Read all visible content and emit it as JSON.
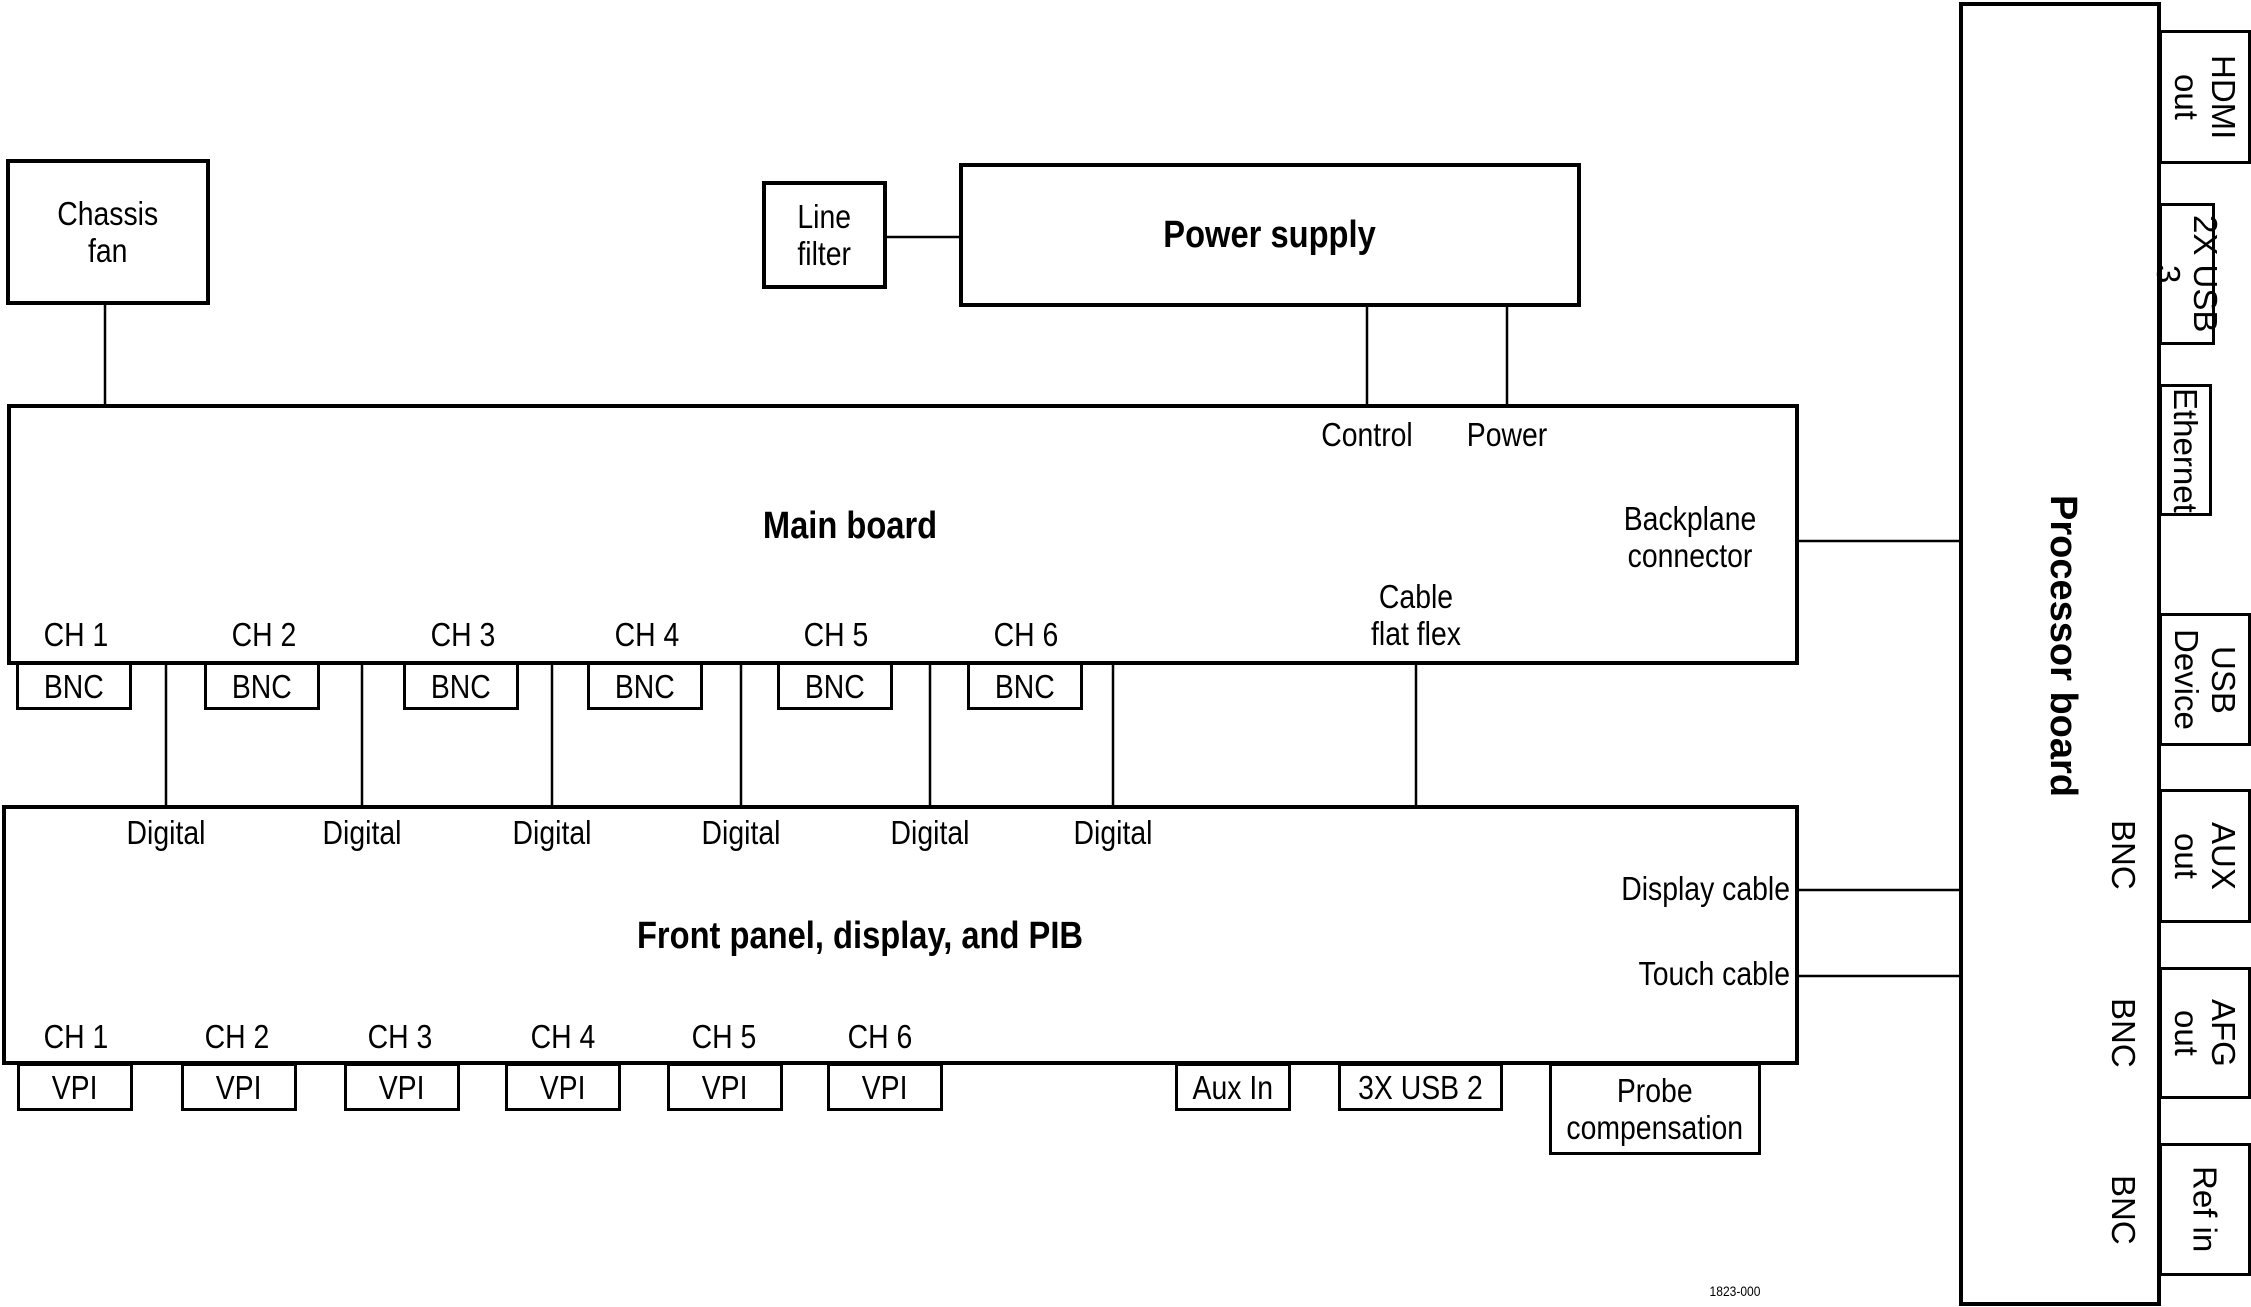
{
  "diagram": {
    "chassis_fan": "Chassis\nfan",
    "line_filter": "Line\nfilter",
    "power_supply": "Power supply",
    "main_board": {
      "title": "Main board",
      "control": "Control",
      "power": "Power",
      "backplane": "Backplane\nconnector",
      "cable_flat_flex": "Cable\nflat flex",
      "channels": [
        "CH 1",
        "CH 2",
        "CH 3",
        "CH 4",
        "CH 5",
        "CH 6"
      ],
      "connectors": [
        "BNC",
        "BNC",
        "BNC",
        "BNC",
        "BNC",
        "BNC"
      ]
    },
    "digital_labels": [
      "Digital",
      "Digital",
      "Digital",
      "Digital",
      "Digital",
      "Digital"
    ],
    "front_panel": {
      "title": "Front panel, display, and PIB",
      "display_cable": "Display cable",
      "touch_cable": "Touch cable",
      "channels": [
        "CH 1",
        "CH 2",
        "CH 3",
        "CH 4",
        "CH 5",
        "CH 6"
      ],
      "connectors": [
        "VPI",
        "VPI",
        "VPI",
        "VPI",
        "VPI",
        "VPI"
      ],
      "aux_in": "Aux In",
      "usb2": "3X USB 2",
      "probe_comp": "Probe\ncompensation"
    },
    "processor_board": {
      "title": "Processor board",
      "ports": [
        "HDMI\nout",
        "2X USB 3",
        "Ethernet",
        "USB\nDevice",
        "AUX\nout",
        "AFG\nout",
        "Ref in"
      ],
      "bnc_labels": [
        "BNC",
        "BNC",
        "BNC"
      ]
    },
    "figure_id": "1823-000"
  }
}
